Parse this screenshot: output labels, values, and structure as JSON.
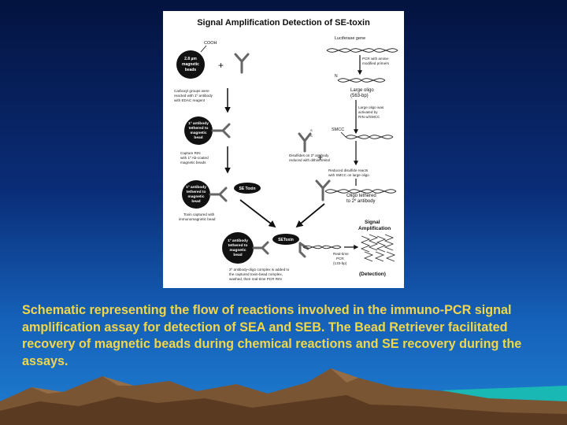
{
  "slide": {
    "caption": "Schematic representing the flow of reactions involved in the immuno-PCR signal amplification assay for detection of SEA and SEB. The Bead Retriever facilitated recovery of magnetic beads during chemical reactions and SE recovery during the assays."
  },
  "diagram": {
    "title": "Signal Amplification Detection of SE-toxin",
    "left": {
      "cooh": "COOH",
      "bead1": [
        "2.8 µm",
        "magnetic",
        "beads"
      ],
      "plus": "+",
      "step1": [
        "Carboxyl groups were",
        "reacted with 1º antibody",
        "with EDAC reagent"
      ],
      "bead2": [
        "1º antibody",
        "tethered to",
        "magnetic",
        "bead"
      ],
      "step2": [
        "Capture RIN",
        "with 1º Ab-coated",
        "magnetic beads"
      ],
      "bead3": [
        "1º antibody",
        "tethered to",
        "magnetic",
        "bead"
      ],
      "toxin_label": "SE Toxin",
      "step3": [
        "Toxin captured with",
        "immunomagnetic bead"
      ]
    },
    "right": {
      "gene_label": "Luciferase gene",
      "pcr": [
        "PCR with amine-",
        "modified primers"
      ],
      "n_label": "N",
      "oligo": [
        "Large oligo",
        "(563-bp)"
      ],
      "activated": [
        "Large oligo was",
        "activated by",
        "RIN w/SMCC"
      ],
      "smcc": "SMCC",
      "plus": "+",
      "disulfide": [
        "Disulfides on 2º antibody",
        "reduced with dithiothreitol"
      ],
      "reduced": [
        "Reduced disulfide reacts",
        "with SMCC on large oligo"
      ],
      "tethered": [
        "Oligo tethered",
        "to 2º antibody"
      ]
    },
    "bottom": {
      "bead4": [
        "1º antibody",
        "tethered to",
        "magnetic",
        "bead"
      ],
      "toxin_label": "SEToxin",
      "complex": [
        "2º antibody-oligo complex is added to",
        "the captured toxin-bead complex,",
        "washed, then real-time PCR RIN"
      ],
      "realtime": [
        "Real-time",
        "PCR",
        "(133-bp)"
      ],
      "signal": [
        "Signal",
        "Amplification"
      ],
      "detection": "(Detection)"
    }
  }
}
